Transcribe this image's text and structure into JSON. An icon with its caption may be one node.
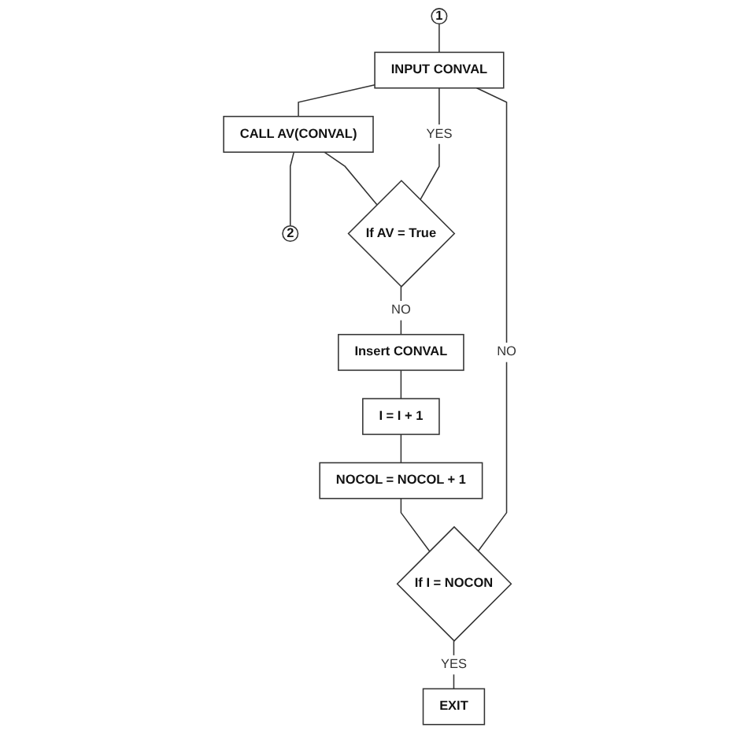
{
  "diagram": {
    "nodes": [
      {
        "text": [
          "1"
        ]
      },
      {
        "text": [
          "INPUT CONVAL"
        ]
      },
      {
        "text": [
          "CALL AV(CONVAL)"
        ]
      },
      {
        "text": [
          "2"
        ]
      },
      {
        "text": [
          "If AV = True"
        ]
      },
      {
        "text": [
          "Insert CONVAL"
        ]
      },
      {
        "text": [
          "I = I + 1"
        ]
      },
      {
        "text": [
          "NOCOL = NOCOL + 1"
        ]
      },
      {
        "text": [
          "If I = NOCON"
        ]
      },
      {
        "text": [
          "EXIT"
        ]
      }
    ],
    "edges": [
      {
        "from": 0,
        "to": 1,
        "arrow": "none"
      },
      {
        "from": 1,
        "to": 2,
        "arrow": "none"
      },
      {
        "from": 2,
        "to": 3,
        "arrow": "none"
      },
      {
        "from": 2,
        "to": 4,
        "arrow": "none"
      },
      {
        "from": 4,
        "to": 1,
        "arrow": "none",
        "label": "YES"
      },
      {
        "from": 4,
        "to": 5,
        "arrow": "none",
        "label": "NO"
      },
      {
        "from": 5,
        "to": 6,
        "arrow": "none"
      },
      {
        "from": 6,
        "to": 7,
        "arrow": "none"
      },
      {
        "from": 7,
        "to": 8,
        "arrow": "none"
      },
      {
        "from": 8,
        "to": 1,
        "arrow": "none",
        "label": "NO"
      },
      {
        "from": 8,
        "to": 9,
        "arrow": "none",
        "label": "YES"
      }
    ]
  }
}
